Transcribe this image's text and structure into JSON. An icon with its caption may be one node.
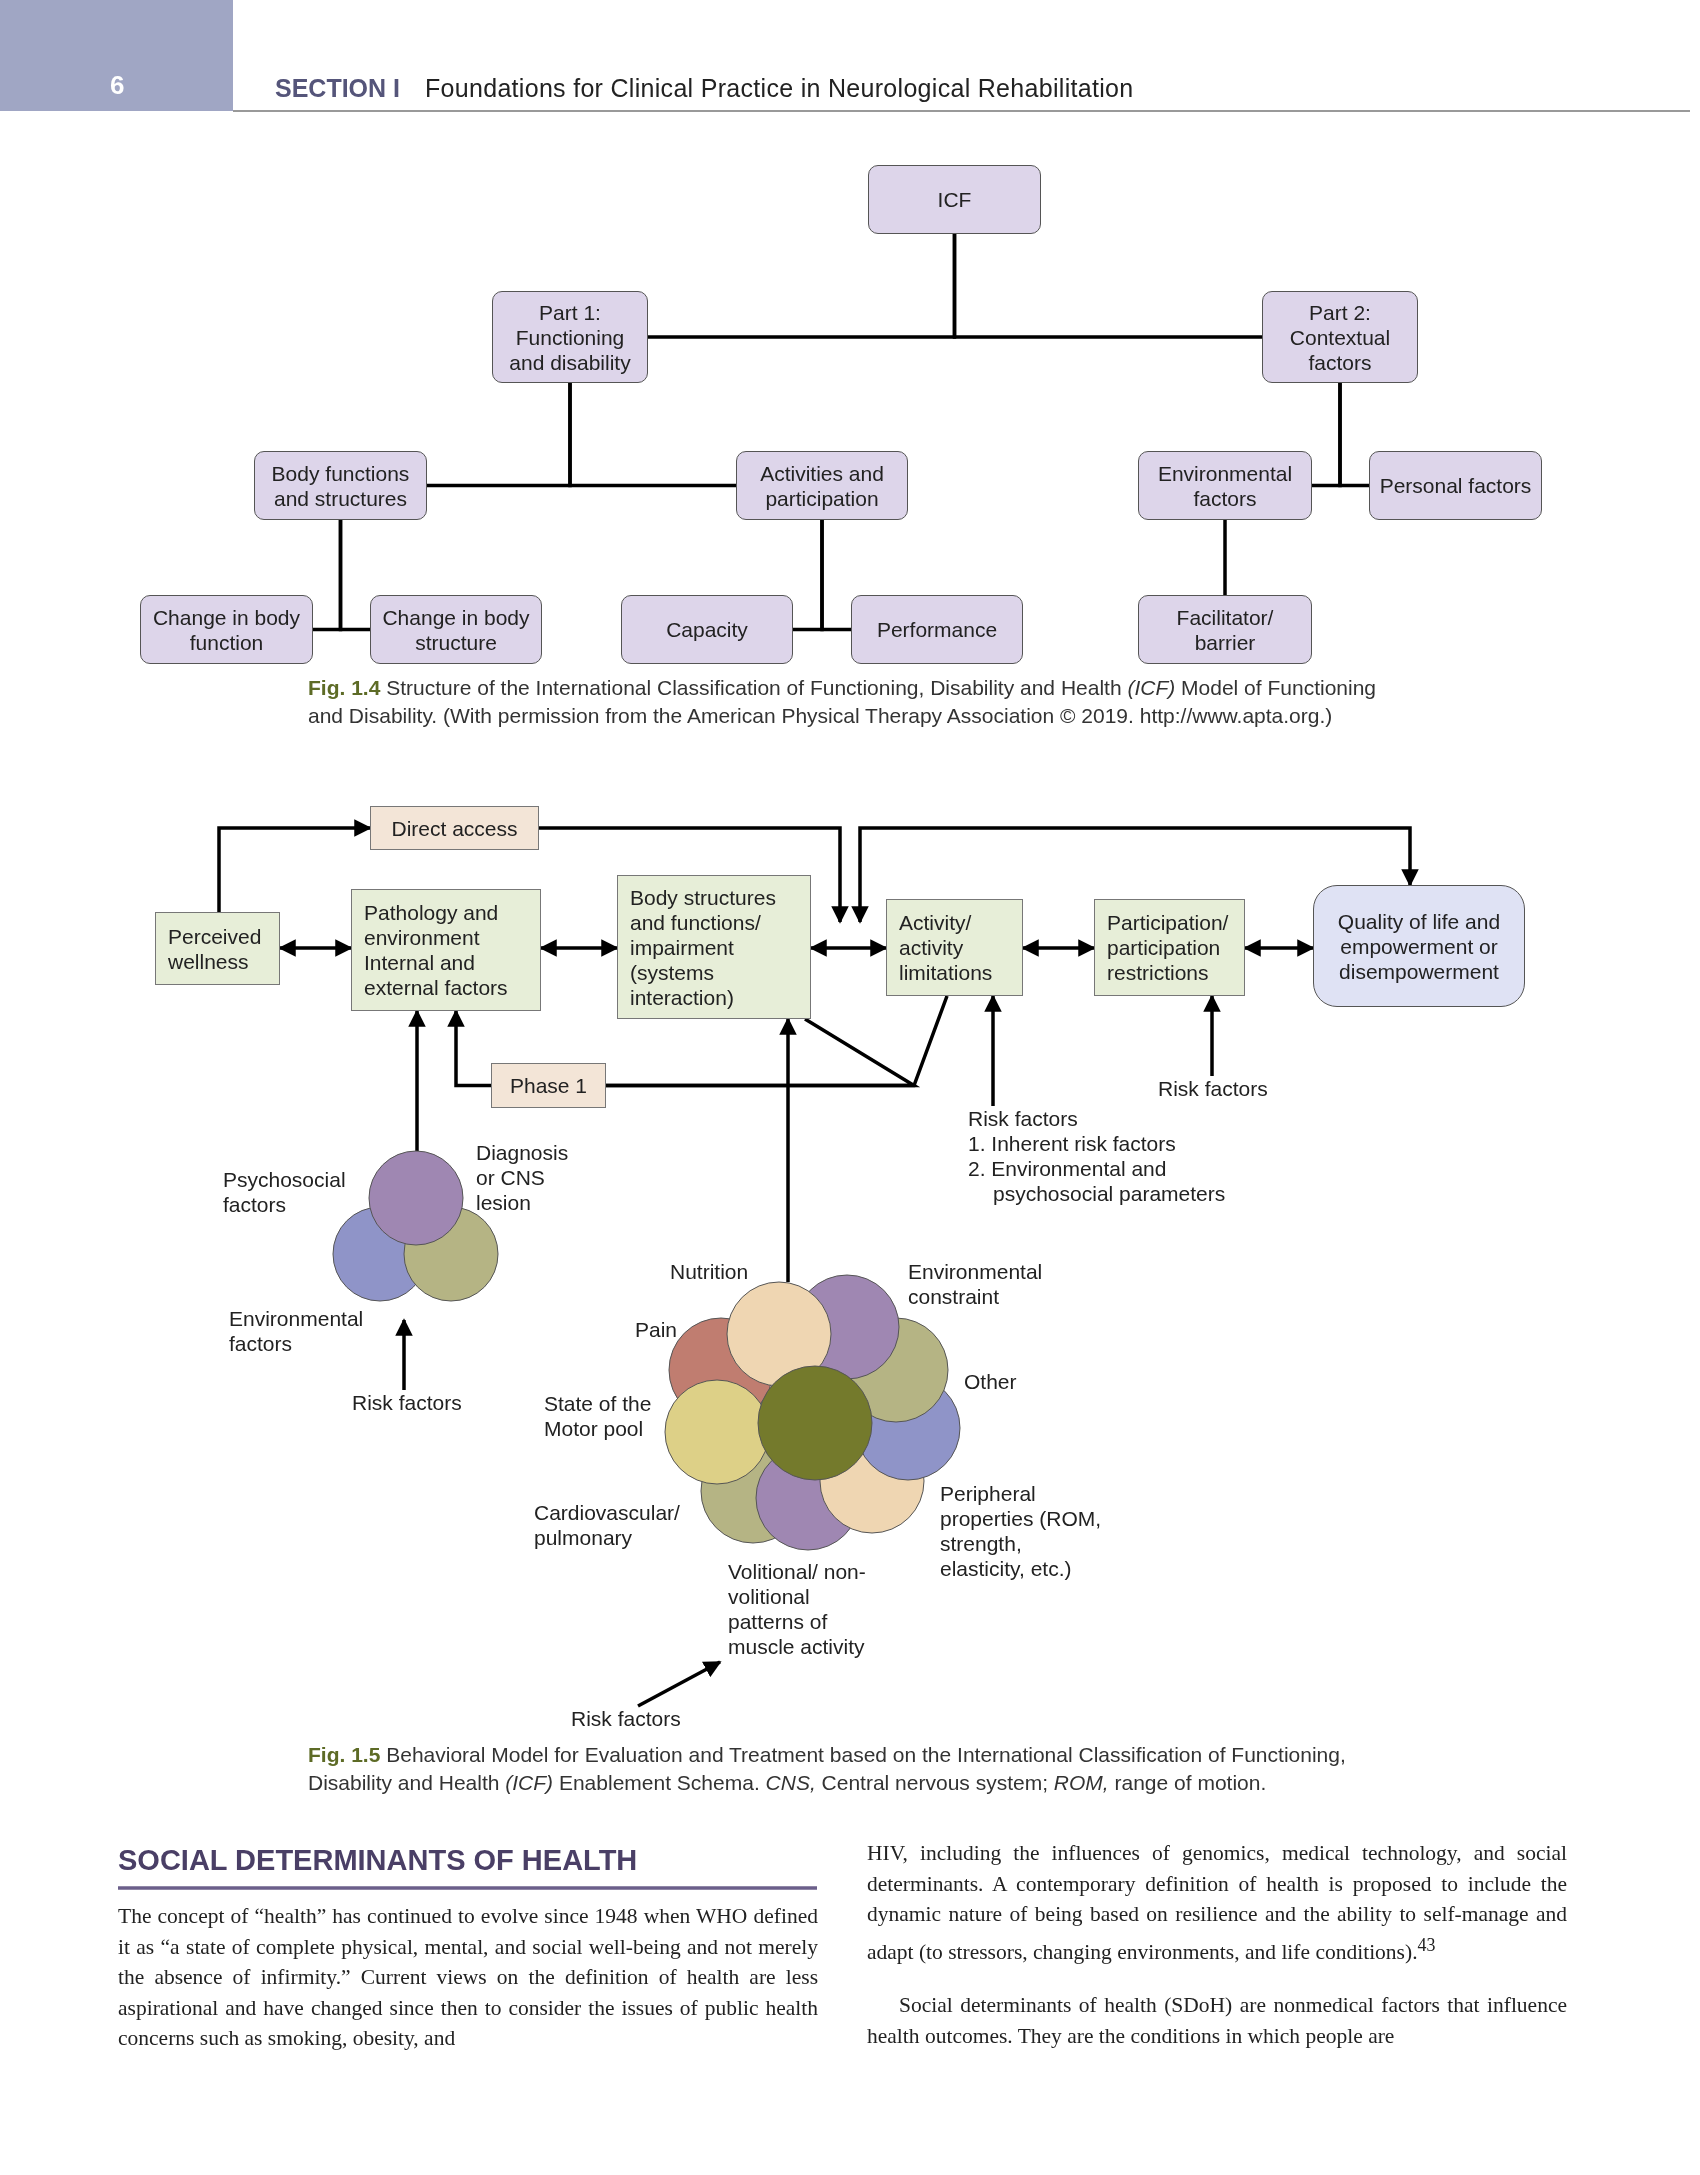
{
  "diagram": {
    "nodes": [
      {
        "text": [
          "ICF"
        ]
      },
      {
        "text": [
          "Part 1: Functioning and disability"
        ]
      },
      {
        "text": [
          "Part 2: Contextual factors"
        ]
      },
      {
        "text": [
          "Body functions and structures"
        ]
      },
      {
        "text": [
          "Activities and participation"
        ]
      },
      {
        "text": [
          "Environmental factors"
        ]
      },
      {
        "text": [
          "Personal factors"
        ]
      },
      {
        "text": [
          "Change in body function"
        ]
      },
      {
        "text": [
          "Change in body structure"
        ]
      },
      {
        "text": [
          "Capacity"
        ]
      },
      {
        "text": [
          "Performance"
        ]
      },
      {
        "text": [
          "Facilitator/ barrier"
        ]
      },
      {
        "text": [
          "Direct access"
        ]
      },
      {
        "text": [
          "Perceived wellness"
        ]
      },
      {
        "text": [
          "Pathology and environment Internal and external factors"
        ]
      },
      {
        "text": [
          "Body structures and functions/ impairment (systems interaction)"
        ]
      },
      {
        "text": [
          "Activity/ activity limitations"
        ]
      },
      {
        "text": [
          "Participation/ participation restrictions"
        ]
      },
      {
        "text": [
          "Quality of life and empowerment or disempowerment"
        ]
      },
      {
        "text": [
          "Phase 1"
        ]
      },
      {
        "text": [
          "Risk factors",
          "1. Inherent risk factors",
          "2. Environmental and psychosocial parameters"
        ]
      },
      {
        "text": [
          "Risk factors"
        ]
      },
      {
        "text": [],
        "shape": "circle",
        "beside": [
          "Psychosocial factors",
          "Diagnosis or CNS lesion",
          "Environmental factors"
        ]
      },
      {
        "text": [
          "Risk factors"
        ]
      },
      {
        "text": [],
        "shape": "circle",
        "beside": [
          "Nutrition",
          "Environmental constraint",
          "Pain",
          "Other",
          "State of the Motor pool",
          "Cardiovascular/ pulmonary",
          "Peripheral properties (ROM, strength, elasticity, etc.)",
          "Volitional/ non-volitional patterns of muscle activity"
        ]
      },
      {
        "text": [
          "Risk factors"
        ]
      }
    ],
    "edges": [
      {
        "from": 0,
        "to": 1,
        "arrow": "none"
      },
      {
        "from": 0,
        "to": 2,
        "arrow": "none"
      },
      {
        "from": 1,
        "to": 3,
        "arrow": "none"
      },
      {
        "from": 1,
        "to": 4,
        "arrow": "none"
      },
      {
        "from": 2,
        "to": 5,
        "arrow": "none"
      },
      {
        "from": 2,
        "to": 6,
        "arrow": "none"
      },
      {
        "from": 3,
        "to": 7,
        "arrow": "none"
      },
      {
        "from": 3,
        "to": 8,
        "arrow": "none"
      },
      {
        "from": 4,
        "to": 9,
        "arrow": "none"
      },
      {
        "from": 4,
        "to": 10,
        "arrow": "none"
      },
      {
        "from": 5,
        "to": 11,
        "arrow": "none"
      },
      {
        "from": 13,
        "to": 12,
        "arrow": "to"
      },
      {
        "from": 12,
        "to": 15,
        "arrow": "to"
      },
      {
        "from": 18,
        "to": 16,
        "arrow": "both"
      },
      {
        "from": 13,
        "to": 14,
        "arrow": "both"
      },
      {
        "from": 14,
        "to": 15,
        "arrow": "both"
      },
      {
        "from": 15,
        "to": 16,
        "arrow": "both"
      },
      {
        "from": 16,
        "to": 17,
        "arrow": "both"
      },
      {
        "from": 17,
        "to": 18,
        "arrow": "both"
      },
      {
        "from": 19,
        "to": 14,
        "arrow": "to"
      },
      {
        "from": 19,
        "to": 15,
        "arrow": "none"
      },
      {
        "from": 19,
        "to": 16,
        "arrow": "none"
      },
      {
        "from": 22,
        "to": 14,
        "arrow": "to"
      },
      {
        "from": 23,
        "to": 22,
        "arrow": "to"
      },
      {
        "from": 24,
        "to": 15,
        "arrow": "to"
      },
      {
        "from": 20,
        "to": 16,
        "arrow": "to"
      },
      {
        "from": 21,
        "to": 17,
        "arrow": "to"
      },
      {
        "from": 25,
        "to": 24,
        "arrow": "to"
      }
    ],
    "labels": [
      "6",
      "SECTION I",
      "Foundations for Clinical Practice in Neurological Rehabilitation",
      "**Fig. 1.4** Structure of the International Classification of Functioning, Disability and Health *(ICF)* Model of Functioning and Disability. (With permission from the American Physical Therapy Association © 2019. http://www.apta.org.)",
      "**Fig. 1.5** Behavioral Model for Evaluation and Treatment based on the International Classification of Functioning, Disability and Health *(ICF)* Enablement Schema. *CNS,* Central nervous system; *ROM,* range of motion.",
      "SOCIAL DETERMINANTS OF HEALTH",
      "The concept of “health” has continued to evolve since 1948 when WHO defined it as “a state of complete physical, mental, and social well-being and not merely the absence of infirmity.” Current views on the definition of health are less aspirational and have changed since then to consider the issues of public health concerns such as smoking, obesity, and",
      "HIV, including the influences of genomics, medical technology, and social determinants. A contemporary definition of health is proposed to include the dynamic nature of being based on resilience and the ability to self-manage and adapt (to stressors, changing environments, and life conditions).$^{43}$",
      "Social determinants of health (SDoH) are nonmedical factors that influence health outcomes. They are the conditions in which people are"
    ]
  }
}
